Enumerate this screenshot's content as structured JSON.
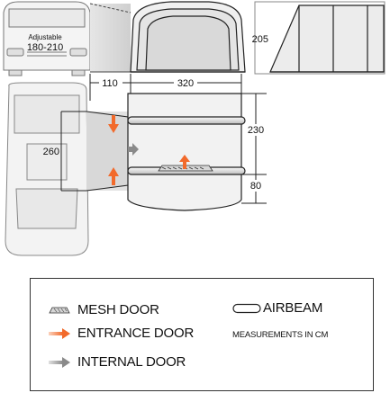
{
  "dimensions": {
    "adjustable_label": "Adjustable",
    "adjustable_range": "180-210",
    "height": "205",
    "width_connection": "110",
    "width_main": "320",
    "depth_side": "260",
    "depth_main": "230",
    "depth_porch": "80"
  },
  "legend": {
    "mesh_door": "MESH DOOR",
    "entrance_door": "ENTRANCE DOOR",
    "internal_door": "INTERNAL DOOR",
    "airbeam": "AIRBEAM",
    "measurements_note": "MEASUREMENTS IN CM"
  },
  "colors": {
    "entrance_arrow": "#f26a2b",
    "internal_arrow": "#8a8a8a",
    "line": "#222222",
    "shade": "#e6e6e6"
  }
}
